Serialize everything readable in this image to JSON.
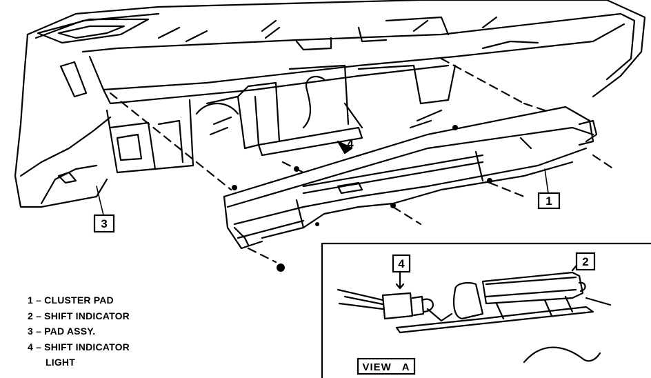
{
  "callouts": {
    "c1": "1",
    "c2": "2",
    "c3": "3",
    "c4": "4",
    "c4_body": "4"
  },
  "view_label": "VIEW   A",
  "legend": [
    {
      "num": "1",
      "text": "1 – CLUSTER PAD"
    },
    {
      "num": "2",
      "text": "2 – SHIFT INDICATOR"
    },
    {
      "num": "3",
      "text": "3 – PAD ASSY."
    },
    {
      "num": "4",
      "text": "4 – SHIFT INDICATOR"
    },
    {
      "num": "",
      "text": "LIGHT"
    }
  ]
}
